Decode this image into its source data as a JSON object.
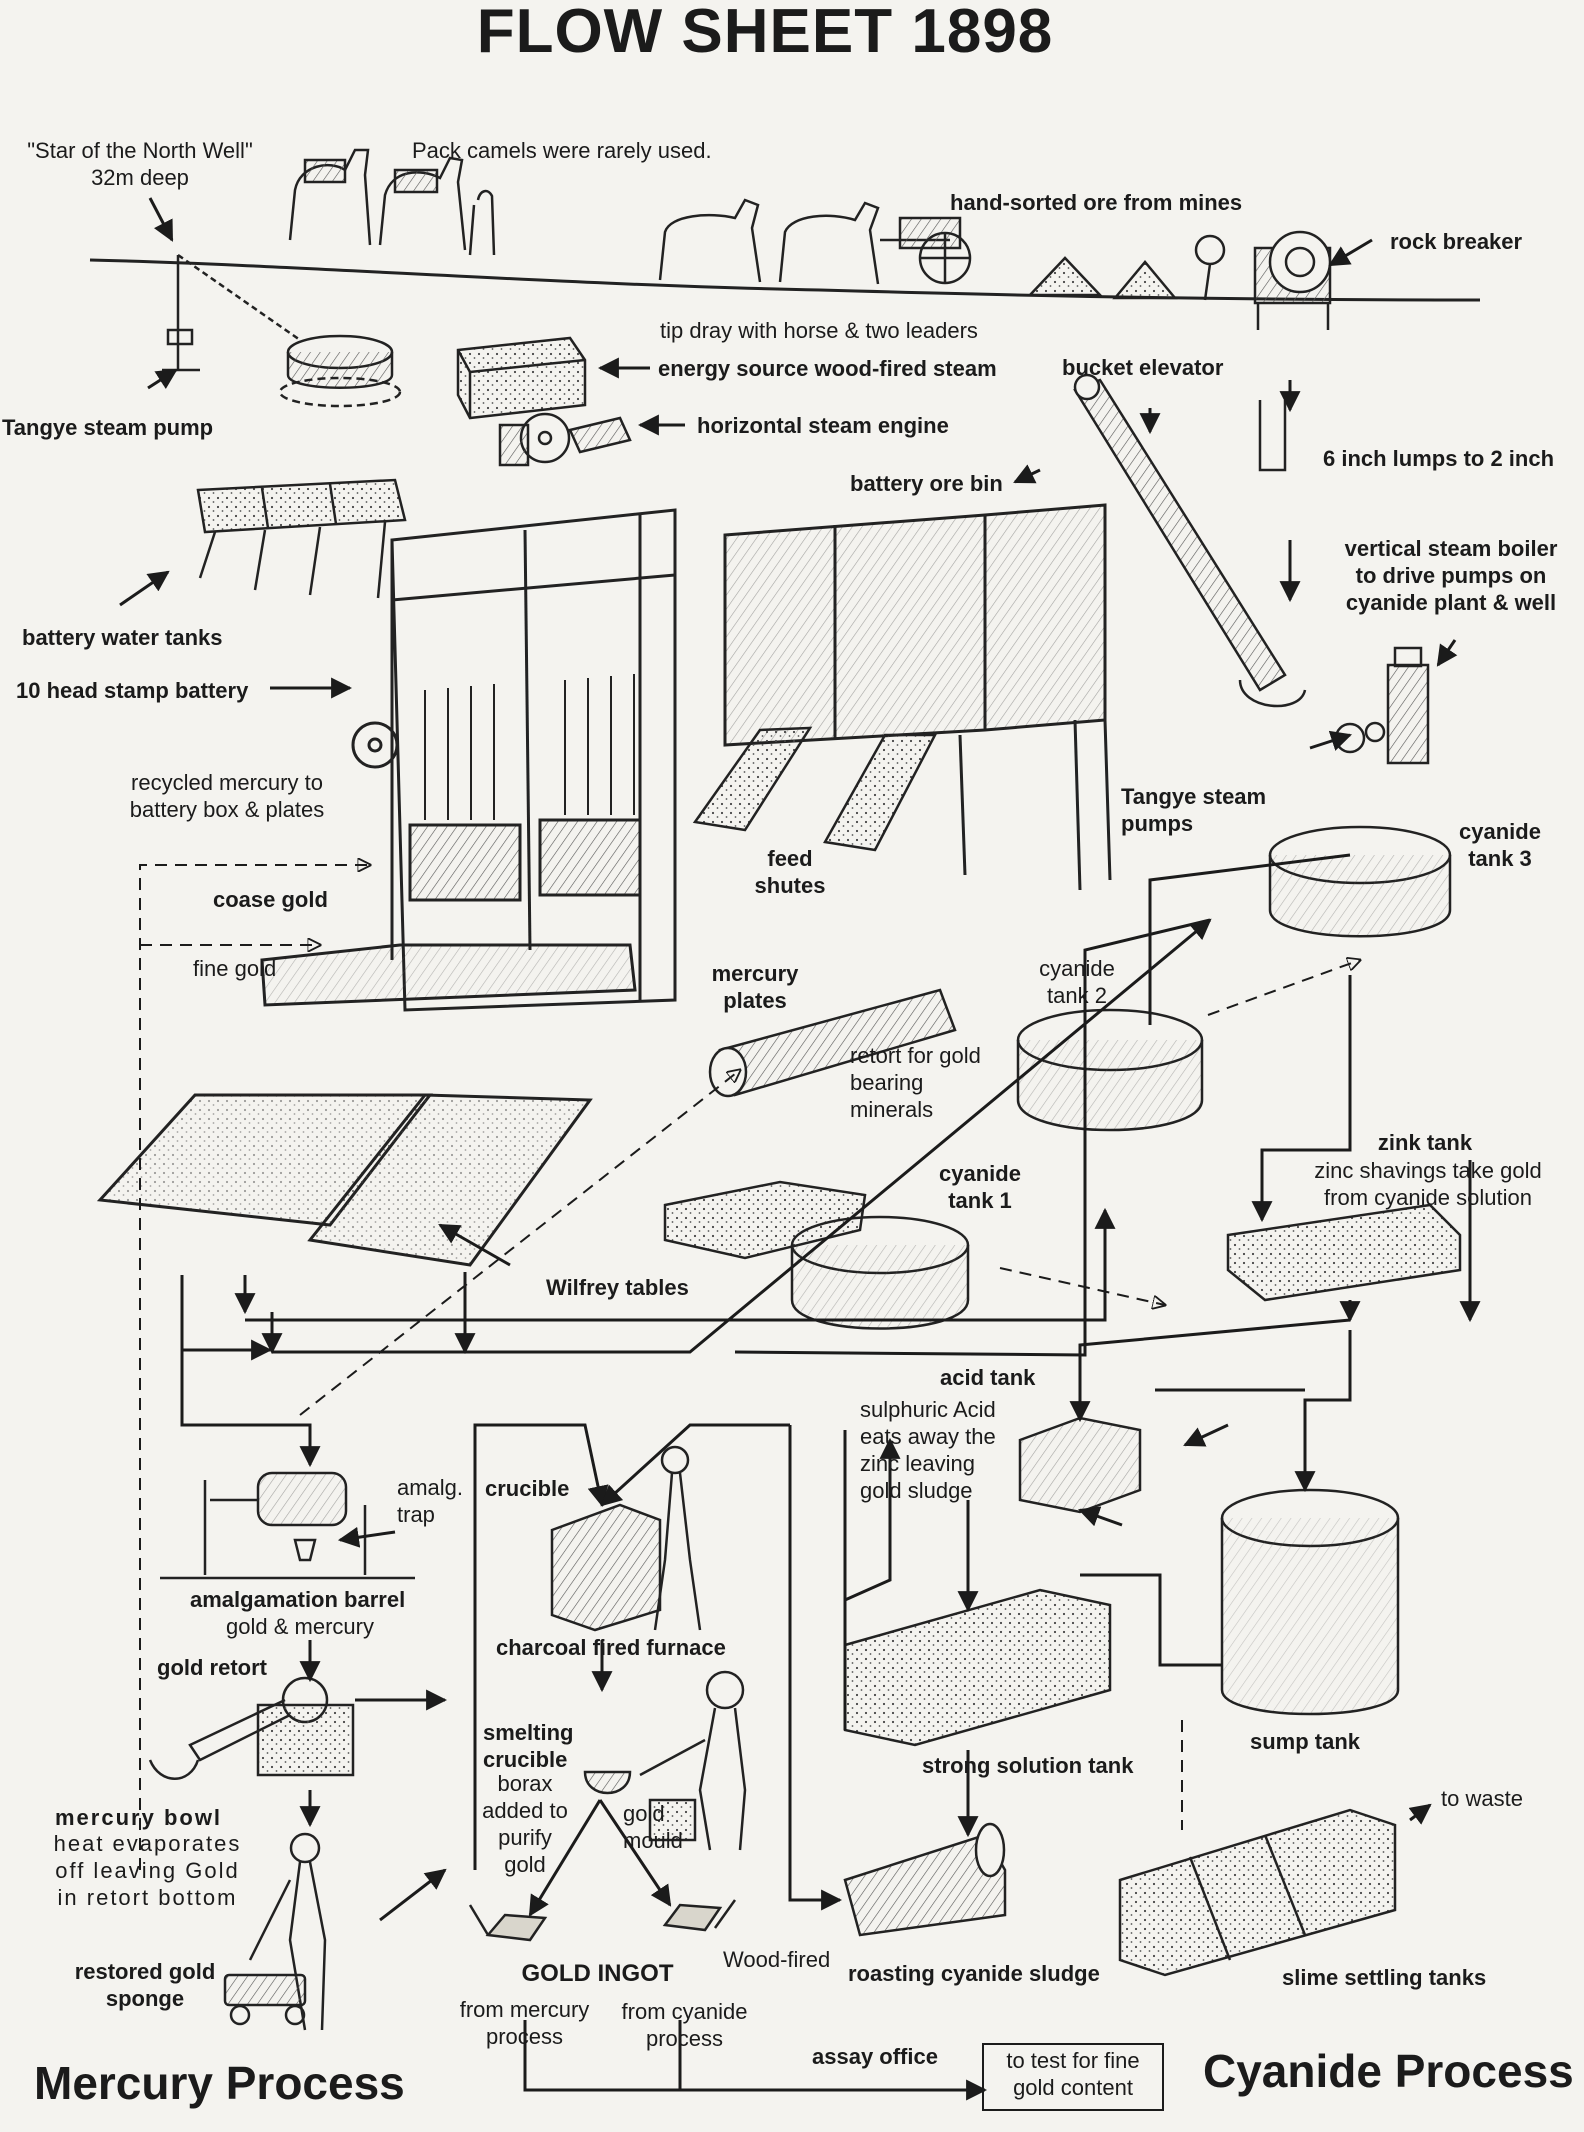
{
  "title": "FLOW SHEET 1898",
  "labels": {
    "star_well": "\"Star of the North Well\"\n32m deep",
    "pack_camels": "Pack camels were rarely used.",
    "hand_sorted": "hand-sorted ore from mines",
    "rock_breaker": "rock breaker",
    "tip_dray": "tip dray with horse & two leaders",
    "energy_source": "energy source  wood-fired steam",
    "bucket_elevator": "bucket elevator",
    "tangye_pump": "Tangye steam pump",
    "horizontal_engine": "horizontal steam engine",
    "six_inch": "6 inch lumps to 2 inch",
    "battery_ore_bin": "battery ore bin",
    "vertical_boiler": "vertical steam boiler\nto drive pumps on\ncyanide plant & well",
    "battery_water_tanks": "battery water tanks",
    "stamp_battery": "10 head stamp battery",
    "recycled_mercury": "recycled mercury to\nbattery box & plates",
    "tangye_pumps": "Tangye steam pumps",
    "cyanide_tank_3": "cyanide\ntank 3",
    "feed_shutes": "feed\nshutes",
    "coase_gold": "coase gold",
    "fine_gold": "fine gold",
    "mercury_plates": "mercury\nplates",
    "cyanide_tank_2": "cyanide\ntank 2",
    "retort_gold": "retort for gold\nbearing\nminerals",
    "zink_tank": "zink tank",
    "zinc_shavings": "zinc shavings take gold\nfrom cyanide solution",
    "cyanide_tank_1": "cyanide\ntank 1",
    "wilfrey_tables": "Wilfrey tables",
    "acid_tank": "acid tank",
    "sulphuric": "sulphuric Acid\neats away the\nzinc leaving\ngold sludge",
    "amalg_trap": "amalg.\ntrap",
    "crucible": "crucible",
    "amalgamation_barrel": "amalgamation barrel",
    "gold_mercury": "gold & mercury",
    "charcoal_furnace": "charcoal fired furnace",
    "gold_retort": "gold retort",
    "smelting_crucible": "smelting\ncrucible",
    "borax": "borax\nadded to\npurify\ngold",
    "gold_mould": "gold\nmould",
    "strong_solution": "strong solution tank",
    "sump_tank": "sump tank",
    "mercury_bowl": "mercury bowl",
    "heat_evaporates": "heat evaporates\noff leaving Gold\nin retort bottom",
    "to_waste": "to waste",
    "wood_fired": "Wood-fired",
    "roasting": "roasting cyanide sludge",
    "gold_ingot": "GOLD INGOT",
    "slime_tanks": "slime settling tanks",
    "restored_sponge": "restored gold\nsponge",
    "from_mercury": "from mercury\nprocess",
    "from_cyanide": "from cyanide\nprocess",
    "assay_office": "assay office",
    "to_test": "to test for fine\ngold content",
    "mercury_process": "Mercury Process",
    "cyanide_process": "Cyanide Process"
  }
}
